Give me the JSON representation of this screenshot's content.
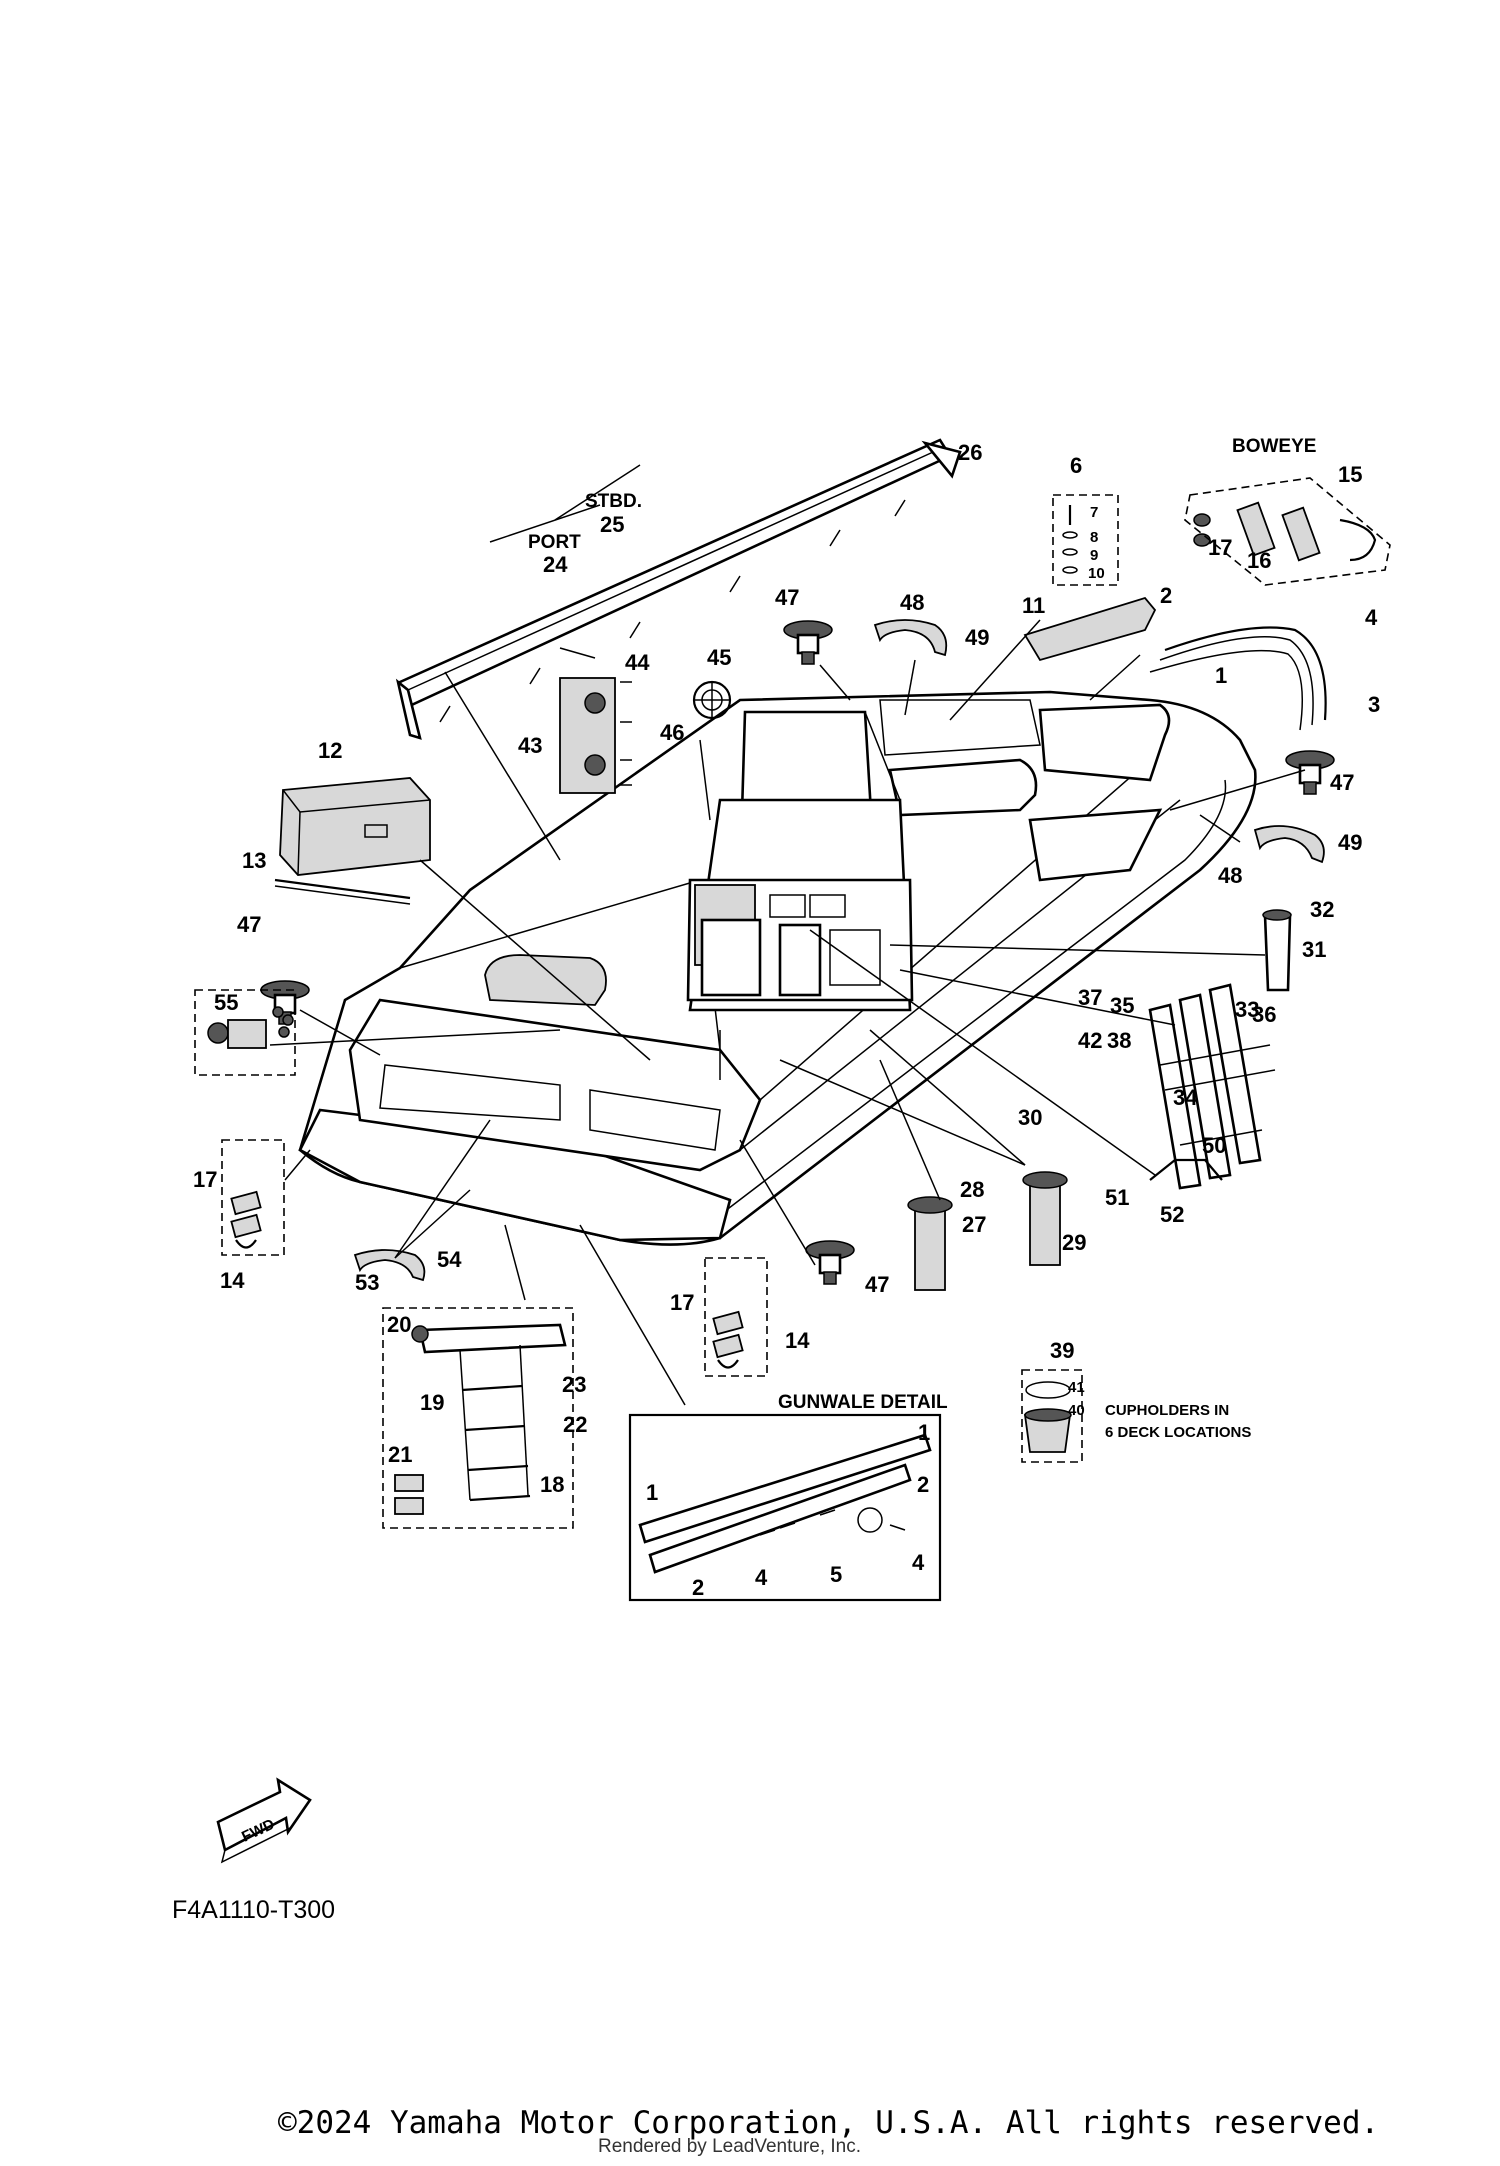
{
  "header": {
    "boweye": "BOWEYE",
    "stbd": "STBD.",
    "port": "PORT"
  },
  "callouts": [
    {
      "n": "26"
    },
    {
      "n": "25"
    },
    {
      "n": "24"
    },
    {
      "n": "6"
    },
    {
      "n": "7"
    },
    {
      "n": "8"
    },
    {
      "n": "9"
    },
    {
      "n": "10"
    },
    {
      "n": "15"
    },
    {
      "n": "17"
    },
    {
      "n": "16"
    },
    {
      "n": "11"
    },
    {
      "n": "2"
    },
    {
      "n": "4"
    },
    {
      "n": "1"
    },
    {
      "n": "3"
    },
    {
      "n": "47"
    },
    {
      "n": "48"
    },
    {
      "n": "49"
    },
    {
      "n": "45"
    },
    {
      "n": "44"
    },
    {
      "n": "46"
    },
    {
      "n": "43"
    },
    {
      "n": "12"
    },
    {
      "n": "13"
    },
    {
      "n": "47"
    },
    {
      "n": "48"
    },
    {
      "n": "49"
    },
    {
      "n": "32"
    },
    {
      "n": "31"
    },
    {
      "n": "47"
    },
    {
      "n": "55"
    },
    {
      "n": "33"
    },
    {
      "n": "37"
    },
    {
      "n": "35"
    },
    {
      "n": "36"
    },
    {
      "n": "42"
    },
    {
      "n": "38"
    },
    {
      "n": "34"
    },
    {
      "n": "30"
    },
    {
      "n": "50"
    },
    {
      "n": "17"
    },
    {
      "n": "28"
    },
    {
      "n": "27"
    },
    {
      "n": "29"
    },
    {
      "n": "51"
    },
    {
      "n": "52"
    },
    {
      "n": "54"
    },
    {
      "n": "14"
    },
    {
      "n": "53"
    },
    {
      "n": "47"
    },
    {
      "n": "17"
    },
    {
      "n": "14"
    },
    {
      "n": "39"
    },
    {
      "n": "20"
    },
    {
      "n": "23"
    },
    {
      "n": "19"
    },
    {
      "n": "41"
    },
    {
      "n": "40"
    },
    {
      "n": "22"
    },
    {
      "n": "21"
    },
    {
      "n": "18"
    },
    {
      "n": "1"
    },
    {
      "n": "1"
    },
    {
      "n": "2"
    },
    {
      "n": "4"
    },
    {
      "n": "5"
    },
    {
      "n": "4"
    },
    {
      "n": "2"
    }
  ],
  "gunwale_title": "GUNWALE DETAIL",
  "cupholder_note": [
    "CUPHOLDERS IN",
    "6 DECK LOCATIONS"
  ],
  "fwd": "FWD",
  "diagram_code": "F4A1110-T300",
  "footer": {
    "copyright": "©2024 Yamaha Motor Corporation, U.S.A. All rights reserved.",
    "rendered": "Rendered by LeadVenture, Inc."
  }
}
